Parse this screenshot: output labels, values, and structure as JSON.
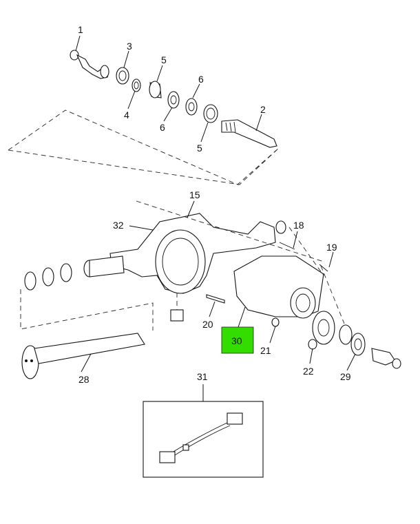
{
  "callouts": {
    "c1": "1",
    "c2": "2",
    "c3": "3",
    "c4": "4",
    "c5a": "5",
    "c5b": "5",
    "c6a": "6",
    "c6b": "6",
    "c15": "15",
    "c18": "18",
    "c19": "19",
    "c20": "20",
    "c21": "21",
    "c22": "22",
    "c28": "28",
    "c29": "29",
    "c30": "30",
    "c31": "31",
    "c32": "32"
  },
  "highlight": {
    "color": "#33dd00",
    "part": "30"
  }
}
